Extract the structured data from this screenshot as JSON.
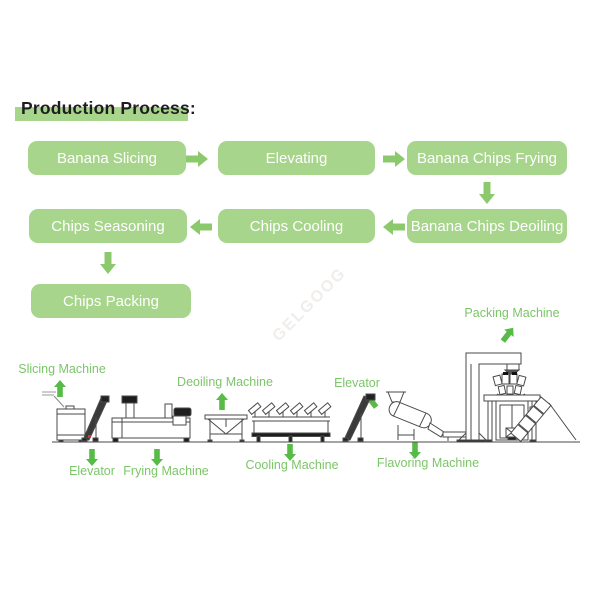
{
  "title": {
    "text": "Production Process:"
  },
  "watermark": {
    "text": "GELGOOG"
  },
  "colors": {
    "box_fill": "#a7d58b",
    "box_text": "#ffffff",
    "flow_arrow": "#8cc96d",
    "pointer_arrow": "#58bb48",
    "label_text": "#7cc569",
    "title_highlight": "#a7d58b",
    "line_art": "#4a4a4a"
  },
  "flow_boxes": [
    {
      "label": "Banana Slicing"
    },
    {
      "label": "Elevating"
    },
    {
      "label": "Banana Chips Frying"
    },
    {
      "label": "Chips Seasoning"
    },
    {
      "label": "Chips Cooling"
    },
    {
      "label": "Banana Chips Deoiling"
    },
    {
      "label": "Chips Packing"
    }
  ],
  "machine_labels": [
    {
      "label": "Slicing Machine"
    },
    {
      "label": "Elevator"
    },
    {
      "label": "Frying Machine"
    },
    {
      "label": "Deoiling Machine"
    },
    {
      "label": "Cooling Machine"
    },
    {
      "label": "Elevator"
    },
    {
      "label": "Flavoring Machine"
    },
    {
      "label": "Packing Machine"
    }
  ]
}
